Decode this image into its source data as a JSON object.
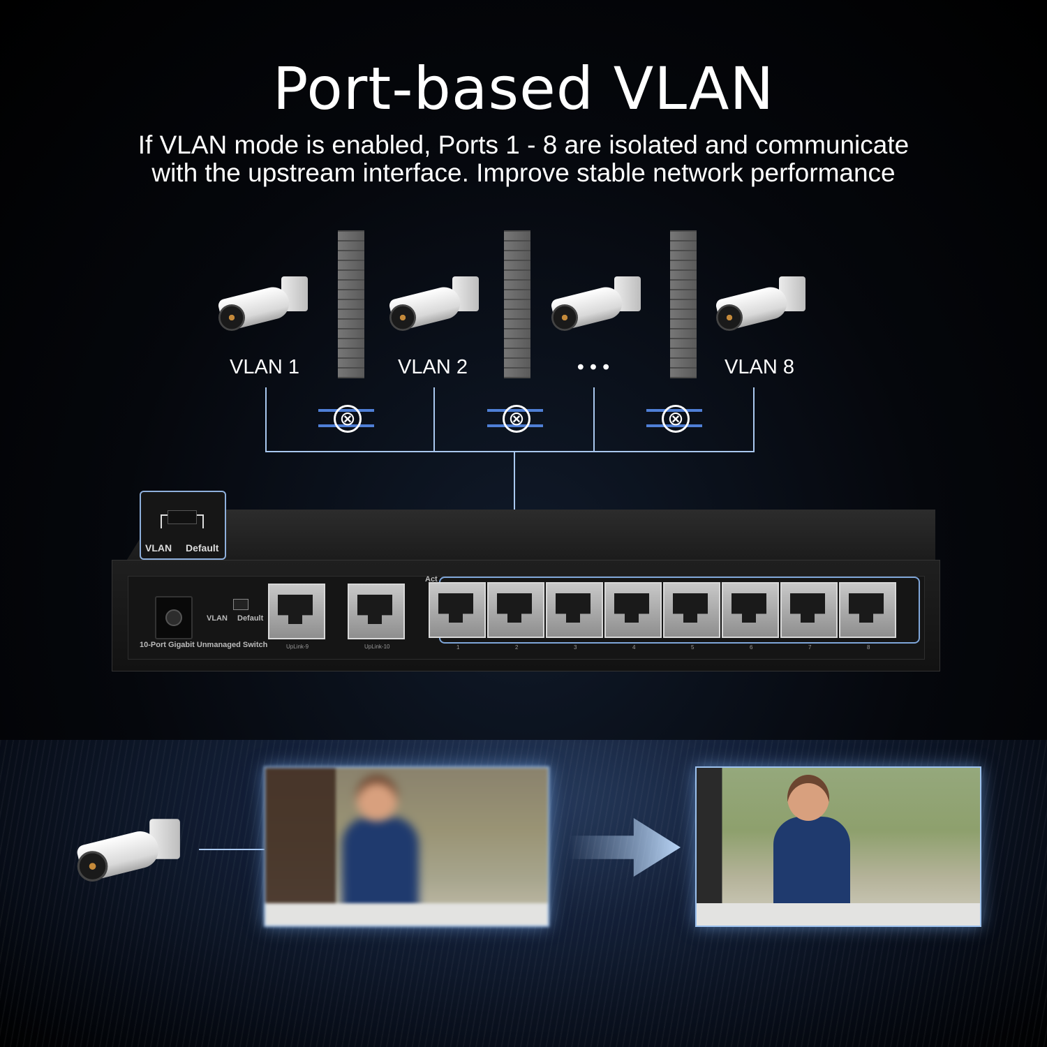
{
  "title": "Port-based VLAN",
  "subtitle_line1": "If VLAN mode is enabled, Ports 1 - 8 are isolated and communicate",
  "subtitle_line2": "with the upstream interface. Improve stable network performance",
  "vlans": [
    {
      "label": "VLAN 1"
    },
    {
      "label": "VLAN 2"
    },
    {
      "label": "• • •"
    },
    {
      "label": "VLAN 8"
    }
  ],
  "blocked_symbol": "⊗",
  "callout": {
    "left_label": "VLAN",
    "right_label": "Default"
  },
  "switch": {
    "model_text": "10-Port Gigabit Unmanaged Switch",
    "toggle_left": "VLAN",
    "toggle_right": "Default",
    "act_label": "Act",
    "uplinks": [
      "UpLink-9",
      "UpLink-10"
    ],
    "ports": [
      "1",
      "2",
      "3",
      "4",
      "5",
      "6",
      "7",
      "8"
    ]
  },
  "colors": {
    "accent": "#a9c8ef",
    "glow": "#9cc1ee",
    "arrow": "#4f7fd6"
  }
}
